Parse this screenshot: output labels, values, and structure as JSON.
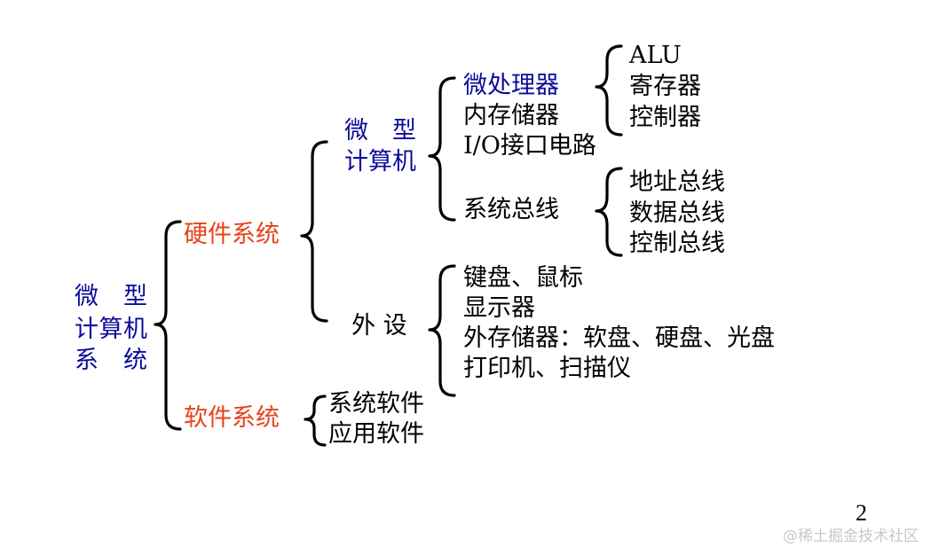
{
  "root": {
    "line1": "微　型",
    "line2": "计算机",
    "line3": "系　统"
  },
  "hardware": {
    "label": "硬件系统",
    "microcomputer": {
      "line1": "微　型",
      "line2": "计算机",
      "items": [
        "微处理器",
        "内存储器",
        "I/O接口电路",
        "系统总线"
      ],
      "cpu_parts": [
        "ALU",
        "寄存器",
        "控制器"
      ],
      "bus_parts": [
        "地址总线",
        "数据总线",
        "控制总线"
      ]
    },
    "peripherals": {
      "label": "外 设",
      "items": [
        "键盘、鼠标",
        "显示器",
        "外存储器：软盘、硬盘、光盘",
        "打印机、扫描仪"
      ]
    }
  },
  "software": {
    "label": "软件系统",
    "items": [
      "系统软件",
      "应用软件"
    ]
  },
  "page_number": "2",
  "watermark": "@稀土掘金技术社区",
  "colors": {
    "blue": "#0b0b9a",
    "red": "#e8431a",
    "black": "#000000"
  }
}
